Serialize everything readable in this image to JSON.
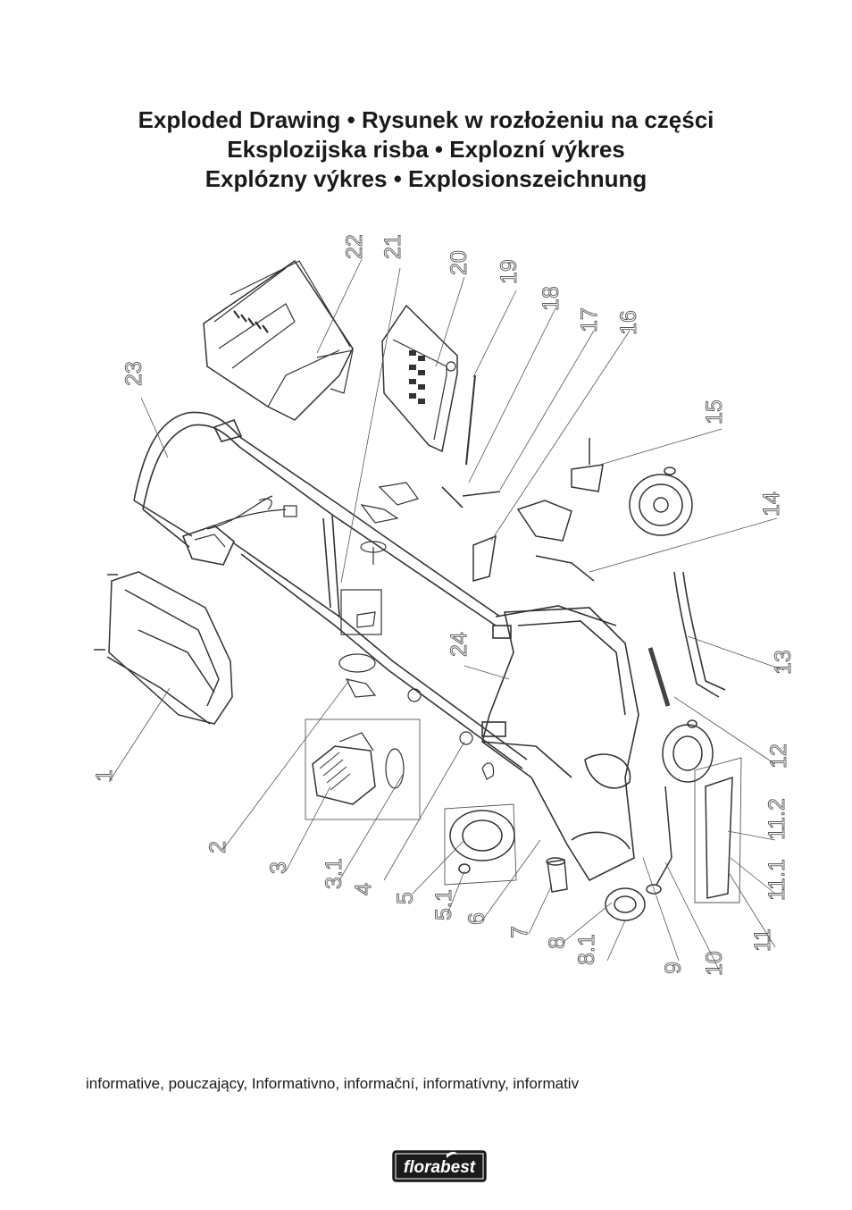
{
  "title": {
    "line1": "Exploded Drawing • Rysunek w rozłożeniu na części",
    "line2": "Eksplozijska risba • Explozní výkres",
    "line3": "Explózny výkres • Explosionszeichnung"
  },
  "diagram": {
    "part_numbers": [
      "1",
      "2",
      "3",
      "3.1",
      "4",
      "5",
      "5.1",
      "6",
      "7",
      "8",
      "8.1",
      "9",
      "10",
      "11",
      "11.1",
      "11.2",
      "12",
      "13",
      "14",
      "15",
      "16",
      "17",
      "18",
      "19",
      "20",
      "21",
      "22",
      "23",
      "24"
    ]
  },
  "footer": {
    "note": "informative, pouczający, Informativno, informační, informatívny, informativ"
  },
  "logo": {
    "text": "florabest"
  }
}
